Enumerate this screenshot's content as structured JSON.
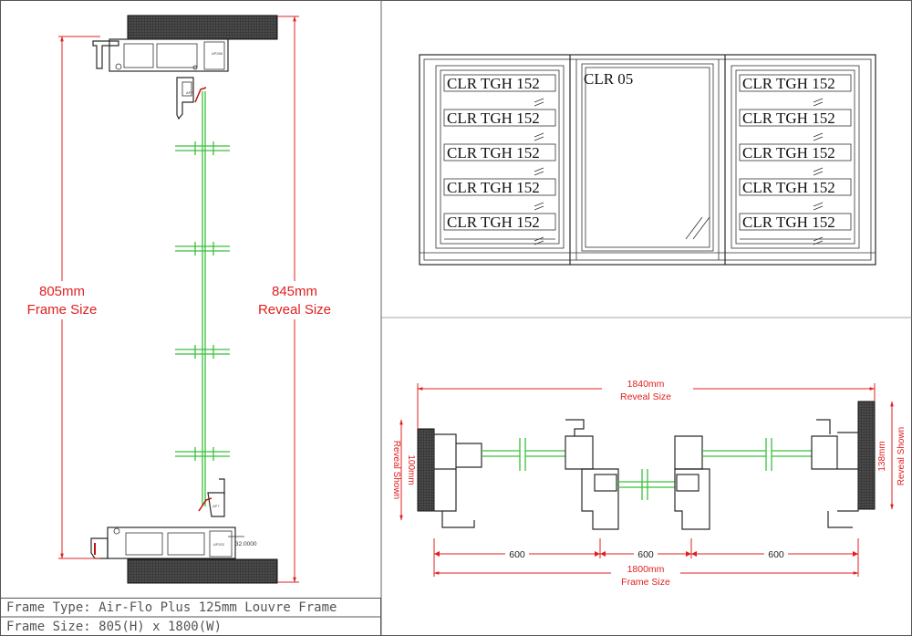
{
  "section": {
    "frame_dim": "805mm",
    "frame_label": "Frame Size",
    "reveal_dim": "845mm",
    "reveal_label": "Reveal Size",
    "side_dim": "32.0000",
    "profile_codes": [
      "AP286",
      "AP7",
      "AP7",
      "AP202"
    ]
  },
  "elevation": {
    "left_panels": [
      "CLR TGH 152",
      "CLR TGH 152",
      "CLR TGH 152",
      "CLR TGH 152",
      "CLR TGH 152"
    ],
    "center_label": "CLR 05",
    "right_panels": [
      "CLR TGH 152",
      "CLR TGH 152",
      "CLR TGH 152",
      "CLR TGH 152",
      "CLR TGH 152"
    ]
  },
  "plan": {
    "reveal_dim": "1840mm",
    "reveal_label": "Reveal Size",
    "left_dim": "100mm",
    "left_label": "Reveal Shown",
    "right_dim": "138mm",
    "right_label": "Reveal Shown",
    "segments": [
      "600",
      "600",
      "600"
    ],
    "frame_dim": "1800mm",
    "frame_label": "Frame Size"
  },
  "title_block": {
    "type_line": "Frame Type: Air-Flo Plus 125mm Louvre Frame",
    "size_line": "Frame Size: 805(H) x 1800(W)"
  },
  "colors": {
    "dimension": "#e02020",
    "glass": "#3bbf3b",
    "ink": "#2a2a2a"
  }
}
